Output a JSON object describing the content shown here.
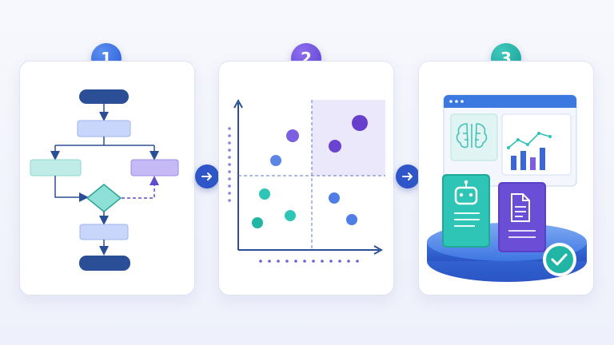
{
  "steps": [
    {
      "number": "1",
      "color": "#2a5bd8",
      "icon": "flowchart-icon"
    },
    {
      "number": "2",
      "color": "#5b3fd0",
      "icon": "scatter-plot-icon"
    },
    {
      "number": "3",
      "color": "#17a196",
      "icon": "ai-dashboard-icon"
    }
  ],
  "connectors": [
    "arrow-right-icon",
    "arrow-right-icon"
  ],
  "palette": {
    "dark_blue": "#2b4f96",
    "light_blue": "#c9d6fb",
    "teal": "#2ec4b6",
    "purple": "#7c5fe0",
    "bot_card": "#22b2a4",
    "doc_card": "#6a4fd6"
  }
}
